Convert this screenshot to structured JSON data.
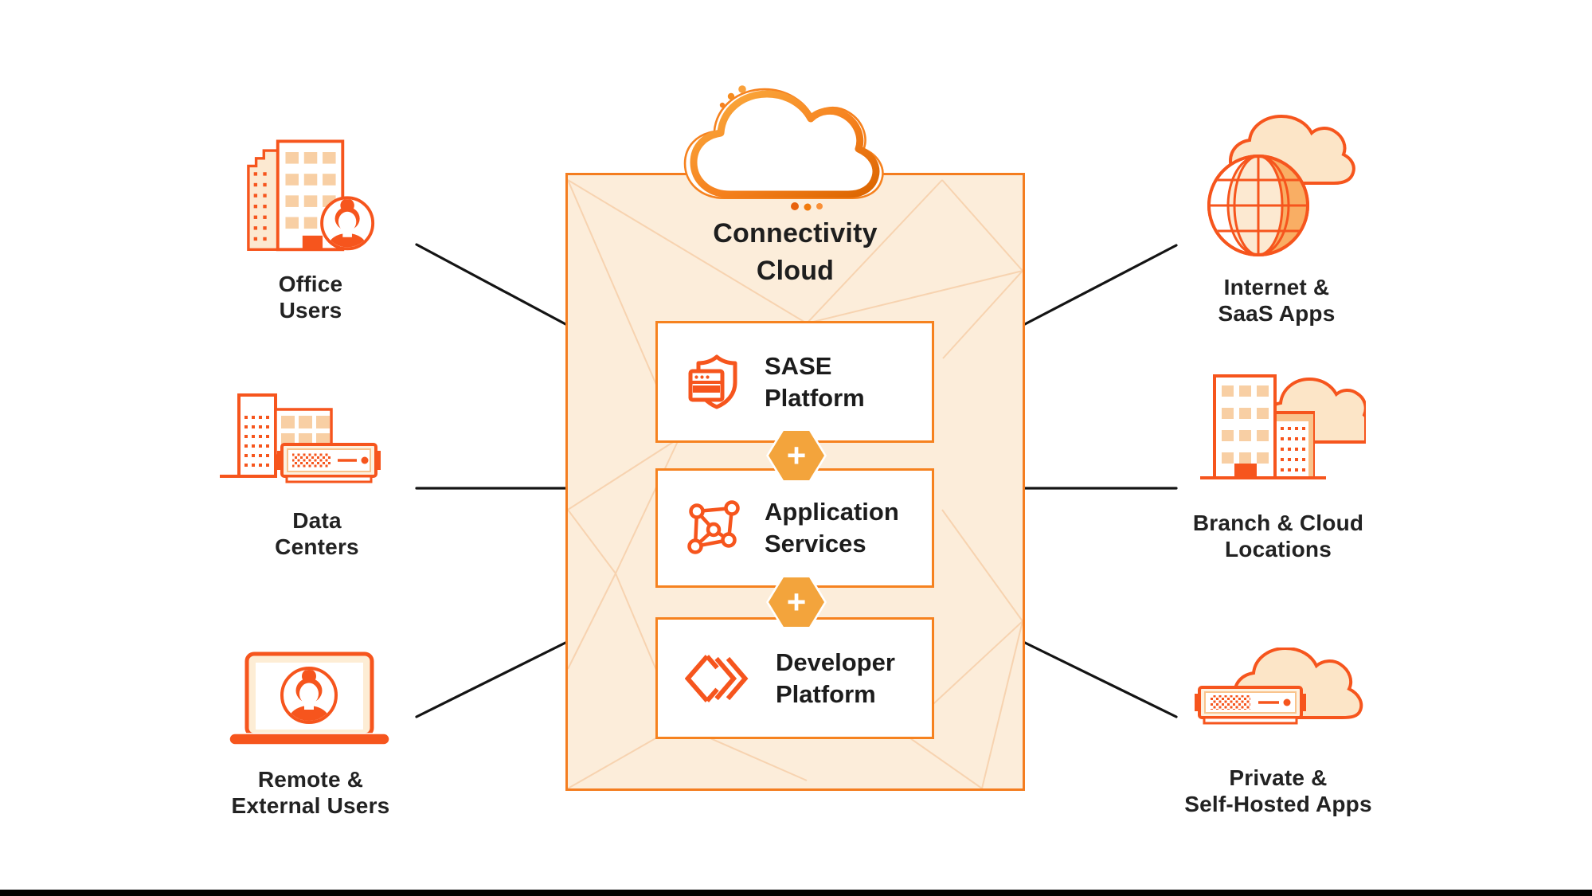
{
  "title": {
    "line1": "Connectivity",
    "line2": "Cloud"
  },
  "plus_symbol": "+",
  "center_boxes": [
    {
      "line1": "SASE",
      "line2": "Platform",
      "icon": "shield-browser-icon"
    },
    {
      "line1": "Application",
      "line2": "Services",
      "icon": "network-graph-icon"
    },
    {
      "line1": "Developer",
      "line2": "Platform",
      "icon": "code-brackets-icon"
    }
  ],
  "nodes_left": [
    {
      "line1": "Office",
      "line2": "Users",
      "icon": "office-building-user-icon"
    },
    {
      "line1": "Data",
      "line2": "Centers",
      "icon": "datacenter-server-icon"
    },
    {
      "line1": "Remote &",
      "line2": "External Users",
      "icon": "laptop-user-icon"
    }
  ],
  "nodes_right": [
    {
      "line1": "Internet &",
      "line2": "SaaS Apps",
      "icon": "globe-cloud-icon"
    },
    {
      "line1": "Branch & Cloud",
      "line2": "Locations",
      "icon": "building-cloud-icon"
    },
    {
      "line1": "Private &",
      "line2": "Self-Hosted Apps",
      "icon": "server-cloud-icon"
    }
  ],
  "colors": {
    "accent_orange": "#F6821F",
    "icon_orange": "#F6551D",
    "hexagon_fill": "#F3A43C",
    "panel_fill": "#FCEDDA",
    "window_fill": "#F8CFA4",
    "cloud_fill": "#FCE5C7",
    "text_dark": "#1E1E1E",
    "connector_black": "#141414"
  }
}
